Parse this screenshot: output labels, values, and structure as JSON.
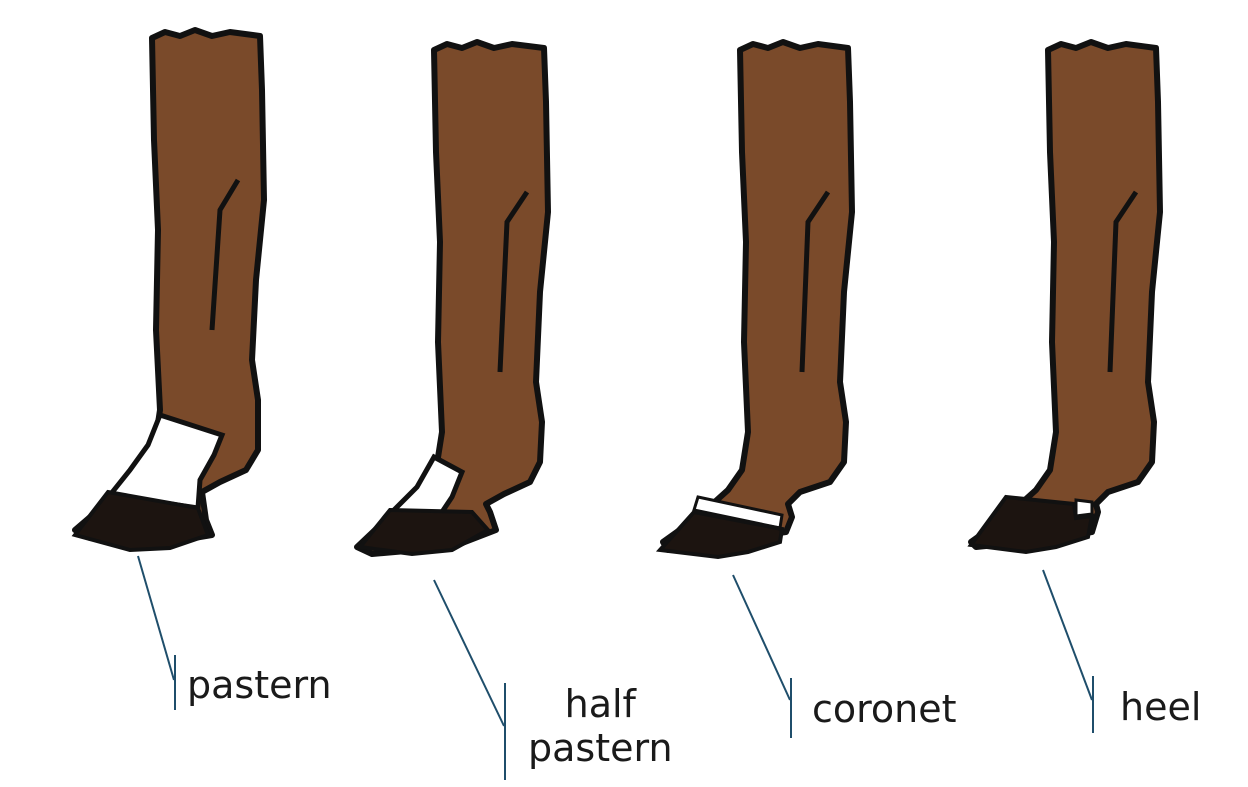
{
  "colors": {
    "coat": "#7a4a2a",
    "outline": "#111111",
    "hoof": "#1c1410",
    "marking": "#ffffff",
    "leader_line": "#1f4e6b"
  },
  "legs": [
    {
      "id": "leg-1",
      "marking": "pastern"
    },
    {
      "id": "leg-2",
      "marking": "half-pastern"
    },
    {
      "id": "leg-3",
      "marking": "coronet"
    },
    {
      "id": "leg-4",
      "marking": "heel"
    }
  ],
  "labels": {
    "pastern": "pastern",
    "half_pastern_line1": "half",
    "half_pastern_line2": "pastern",
    "coronet": "coronet",
    "heel": "heel"
  }
}
